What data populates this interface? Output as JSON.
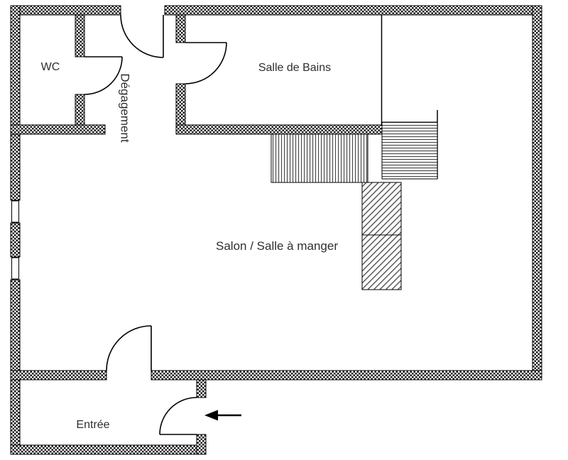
{
  "plan": {
    "rooms": {
      "wc": {
        "label": "WC"
      },
      "degagement": {
        "label": "Dégagement"
      },
      "salle_de_bains": {
        "label": "Salle de Bains"
      },
      "salon_salle_a_manger": {
        "label": "Salon / Salle à manger"
      },
      "entree": {
        "label": "Entrée"
      }
    },
    "icons": {
      "entry_arrow": "left-arrow"
    },
    "colors": {
      "wall": "#1a1a1a",
      "text": "#2e2e2e",
      "background": "#ffffff",
      "hatch": "#444444"
    }
  }
}
